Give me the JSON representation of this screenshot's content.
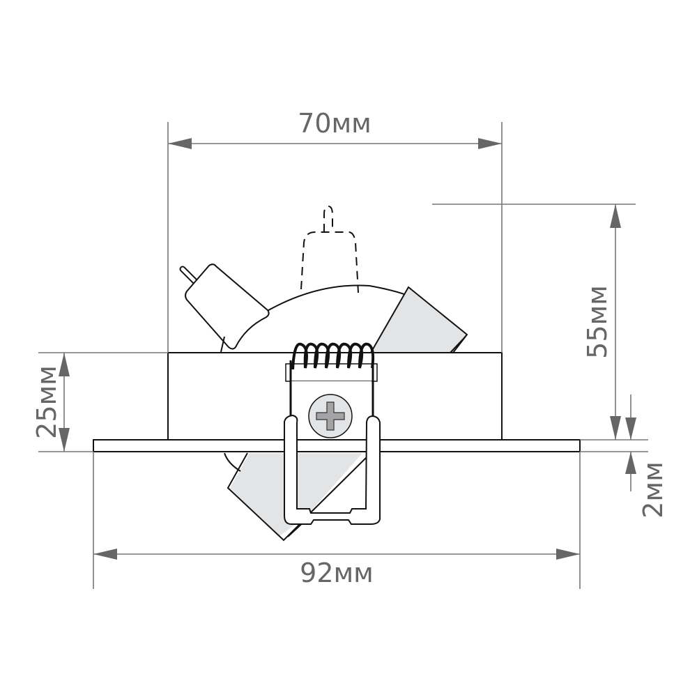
{
  "diagram": {
    "type": "technical-dimension-drawing",
    "subject": "recessed spotlight fixture with spring clip",
    "colors": {
      "dimension": "#6b6b6b",
      "outline": "#111111",
      "fill_gray": "#e3e4e6",
      "screw_fill": "#a4a4a6"
    },
    "dimensions": {
      "top_width": {
        "label": "70мм"
      },
      "bottom_width": {
        "label": "92мм"
      },
      "total_height": {
        "label": "55мм"
      },
      "body_height": {
        "label": "25мм"
      },
      "flange_thickness": {
        "label": "2мм"
      }
    }
  }
}
